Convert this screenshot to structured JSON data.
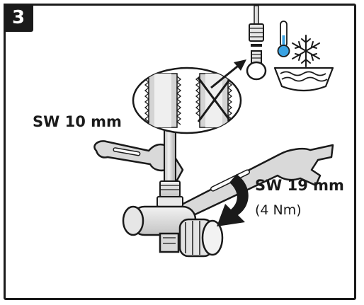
{
  "step": {
    "number": "3"
  },
  "labels": {
    "wrench_small": "SW 10 mm",
    "wrench_large": "SW 19 mm",
    "torque": "(4 Nm)"
  },
  "colors": {
    "line": "#1a1a1a",
    "metal": "#d9d9d9",
    "metal_dark": "#a8a8a8",
    "thermo_blue": "#3aa3e3",
    "badge_bg": "#1a1a1a"
  },
  "icons": [
    "thermometer-icon",
    "snowflake-icon",
    "cold-water-bath-icon",
    "rotation-arrow-icon"
  ]
}
